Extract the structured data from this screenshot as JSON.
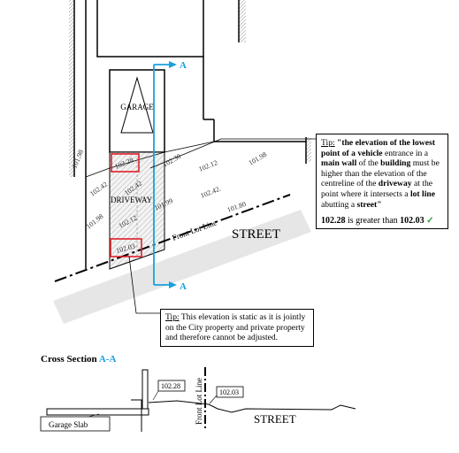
{
  "plan": {
    "garage_label": "GARAGE",
    "driveway_label": "DRIVEWAY",
    "street_label": "STREET",
    "front_lot_line_label": "Front Lot Line",
    "section_marker_top": "A",
    "section_marker_bottom": "A",
    "elevations": {
      "e_101_98_left": "101.98",
      "e_102_28": "102.28",
      "e_102_30": "102.30",
      "e_102_12_right": "102.12",
      "e_101_98_right": "101.98",
      "e_102_42_left": "102.42",
      "e_102_42_mid": "102.42",
      "e_101_99": "101.99",
      "e_102_42_right": "102.42.",
      "e_101_80": "101.80",
      "e_101_98_low": "101.98",
      "e_102_12_low": "102.12",
      "e_102_03": "102.03"
    }
  },
  "tip1": {
    "label": "Tip:",
    "quote_open": " \"the elevation of the lowest point of a ",
    "vehicle": "vehicle",
    "text2": " entrance in a ",
    "main_wall": "main wall",
    "text3": " of the ",
    "building": "building",
    "text4": " must be higher than the elevation of the centreline of the ",
    "driveway": "driveway",
    "text5": " at the point where it intersects a ",
    "lot_line": "lot line",
    "text6": " abutting a ",
    "street": "street",
    "quote_close": "\"",
    "compare_high": "102.28",
    "compare_text": " is greater than ",
    "compare_low": "102.03",
    "check": "✓"
  },
  "tip2": {
    "label": "Tip:",
    "text": " This elevation is static as it is jointly on the City property and private property and therefore cannot be adjusted."
  },
  "cross_section": {
    "title_prefix": "Cross Section ",
    "title_a1": "A",
    "title_dash": "-",
    "title_a2": "A",
    "garage_slab_label": "Garage Slab",
    "elev_high": "102.28",
    "elev_low": "102.03",
    "front_lot_line_label": "Front Lot Line",
    "street_label": "STREET"
  },
  "colors": {
    "accent": "#1aa0dc",
    "highlight": "#e0202a",
    "check": "#2e9e3a"
  }
}
